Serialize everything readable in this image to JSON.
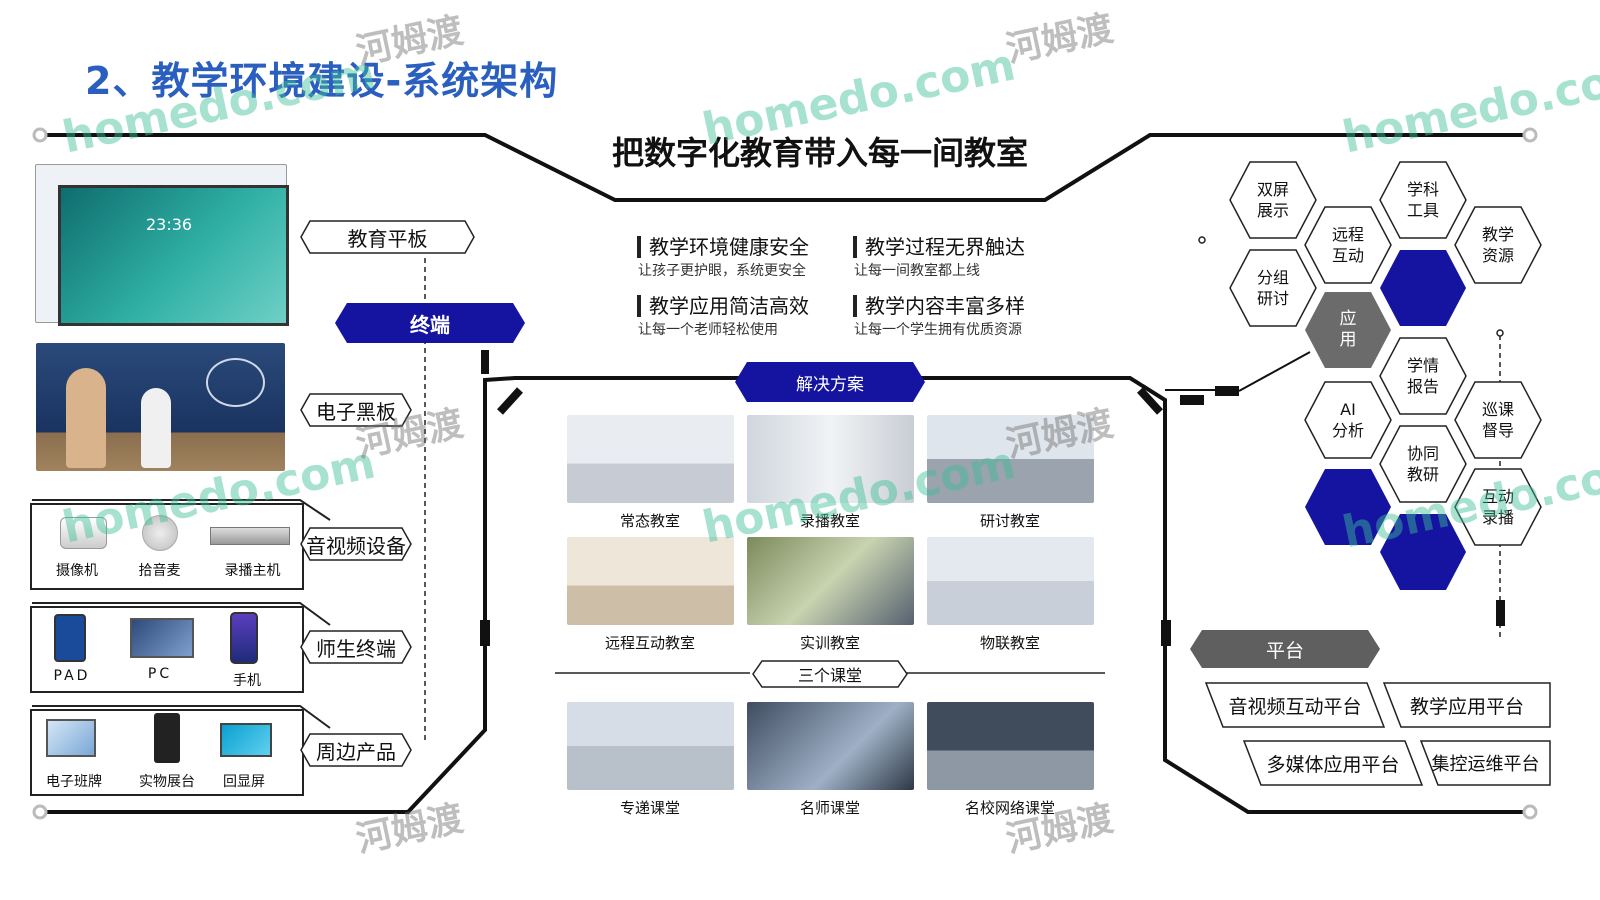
{
  "page_title": "2、教学环境建设-系统架构",
  "slogan": "把数字化教育带入每一间教室",
  "terminal": {
    "badge": "终端",
    "edu_tablet": "教育平板",
    "tablet_time": "23:36",
    "e_blackboard": "电子黑板",
    "av_devices": {
      "label": "音视频设备",
      "items": [
        "摄像机",
        "拾音麦",
        "录播主机"
      ]
    },
    "teacher_student": {
      "label": "师生终端",
      "items": [
        "PAD",
        "PC",
        "手机"
      ]
    },
    "peripherals": {
      "label": "周边产品",
      "items": [
        "电子班牌",
        "实物展台",
        "回显屏"
      ]
    }
  },
  "features": [
    {
      "title": "教学环境健康安全",
      "sub": "让孩子更护眼，系统更安全"
    },
    {
      "title": "教学过程无界触达",
      "sub": "让每一间教室都上线"
    },
    {
      "title": "教学应用简洁高效",
      "sub": "让每一个老师轻松使用"
    },
    {
      "title": "教学内容丰富多样",
      "sub": "让每一个学生拥有优质资源"
    }
  ],
  "solutions": {
    "badge": "解决方案",
    "rooms": [
      "常态教室",
      "录播教室",
      "研讨教室",
      "远程互动教室",
      "实训教室",
      "物联教室"
    ],
    "divider_label": "三个课堂",
    "classes": [
      "专递课堂",
      "名师课堂",
      "名校网络课堂"
    ]
  },
  "application": {
    "center": "应\n用",
    "hexes": [
      "双屏\n展示",
      "学科\n工具",
      "远程\n互动",
      "教学\n资源",
      "分组\n研讨",
      "学情\n报告",
      "AI\n分析",
      "巡课\n督导",
      "协同\n教研",
      "互动\n录播"
    ]
  },
  "platform": {
    "badge": "平台",
    "items": [
      "音视频互动平台",
      "教学应用平台",
      "多媒体应用平台",
      "集控运维平台"
    ]
  },
  "watermarks": {
    "brand": "homedo.com",
    "cn": "河姆渡"
  },
  "colors": {
    "accent_blue": "#1414a0",
    "title_blue": "#2a5fbf",
    "hex_gray": "#6b6b6b",
    "line": "#111111"
  }
}
